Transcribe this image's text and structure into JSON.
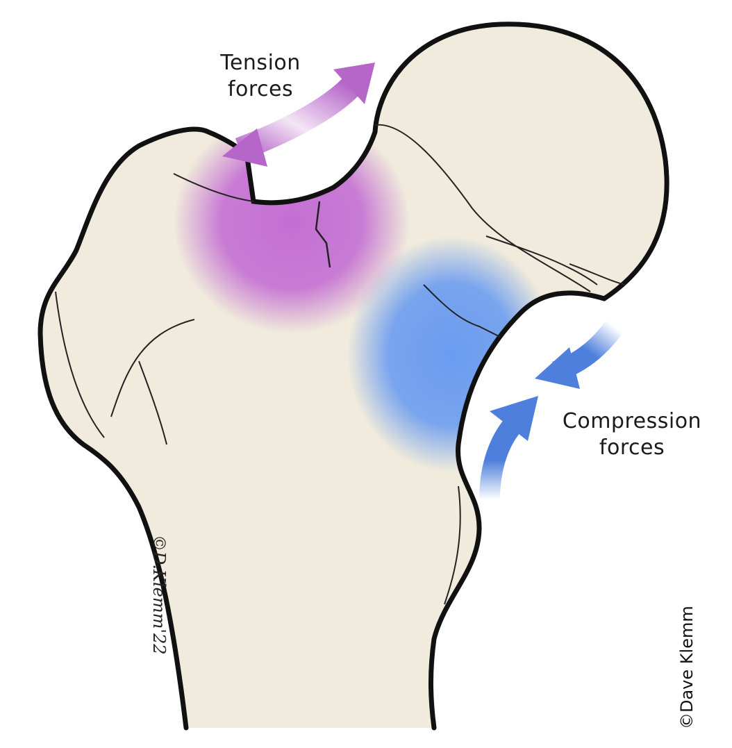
{
  "labels": {
    "tension": "Tension\nforces",
    "tension_line1": "Tension",
    "tension_line2": "forces",
    "compression_line1": "Compression",
    "compression_line2": "forces"
  },
  "credit": "©Dave Klemm",
  "signature": "©D.Klemm'22",
  "colors": {
    "bone": "#f0ebdc",
    "outline": "#111111",
    "tension": "#c46fd3",
    "compression": "#6b9cf0",
    "compression_arrow": "#4f7fdc"
  }
}
